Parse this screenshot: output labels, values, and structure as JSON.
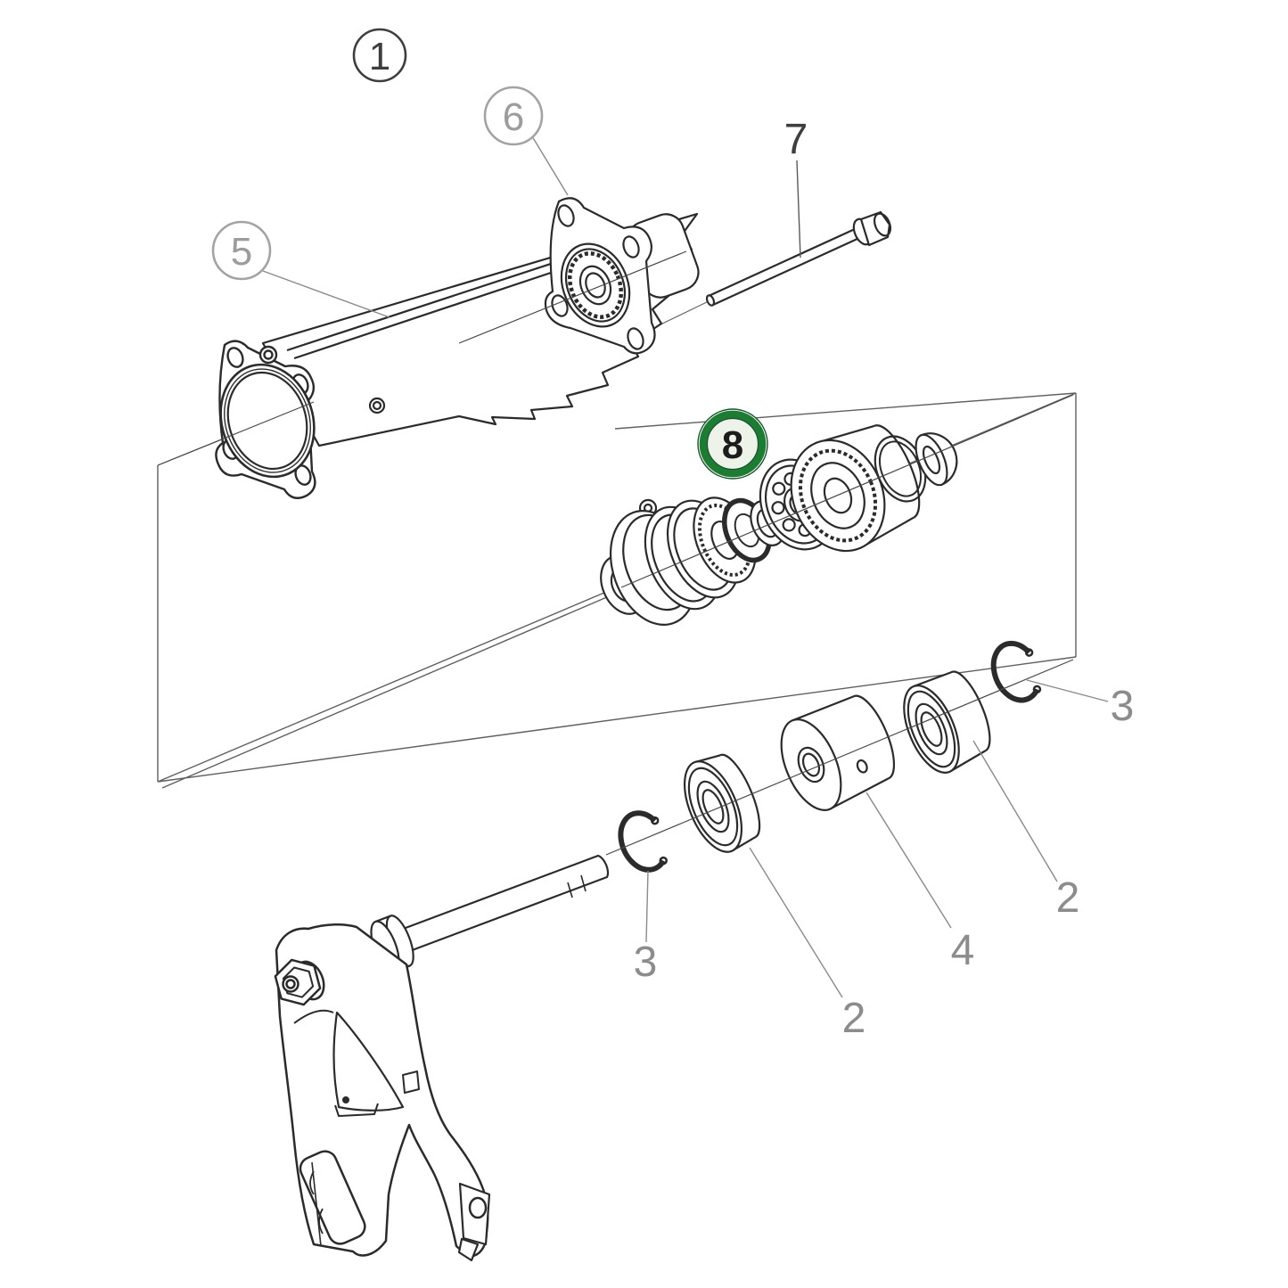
{
  "figure": {
    "type": "exploded-parts-diagram",
    "description": "Exploded view of clutch actuator cylinder assembly with shift fork",
    "background": "#ffffff",
    "line_color": "#2b2b2b",
    "panel_line_color": "#5f5f5f",
    "leader_color": "#8a8a8a",
    "label_color_gray": "#8c8c8c",
    "label_color_dark": "#3e3e3e",
    "label_color_light": "#9c9c9c",
    "highlight_ring_color": "#1e7b34",
    "highlight_edge_color": "#14532d",
    "highlight_fill_color": "#eef3ea",
    "highlighted_item": "8"
  },
  "callouts": {
    "item1": "1",
    "item5": "5",
    "item6": "6",
    "item7": "7",
    "item8": "8",
    "item3_right": "3",
    "item2_right": "2",
    "item4": "4",
    "item2_left": "2",
    "item3_left": "3"
  },
  "parts": [
    "assembly-overview",
    "actuator-cylinder-body",
    "gasket",
    "bearing-retainer-flange",
    "cap-screw",
    "seal-and-bearing-kit",
    "snap-ring",
    "piston-cup",
    "piston",
    "shift-shaft",
    "shift-fork"
  ]
}
